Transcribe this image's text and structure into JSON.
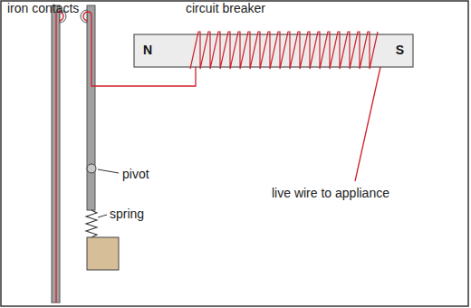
{
  "diagram": {
    "nodes": [
      {
        "text": [
          "N",
          "S"
        ]
      }
    ],
    "labels": [
      "iron contacts",
      "circuit breaker",
      "pivot",
      "spring",
      "live wire to appliance"
    ]
  }
}
